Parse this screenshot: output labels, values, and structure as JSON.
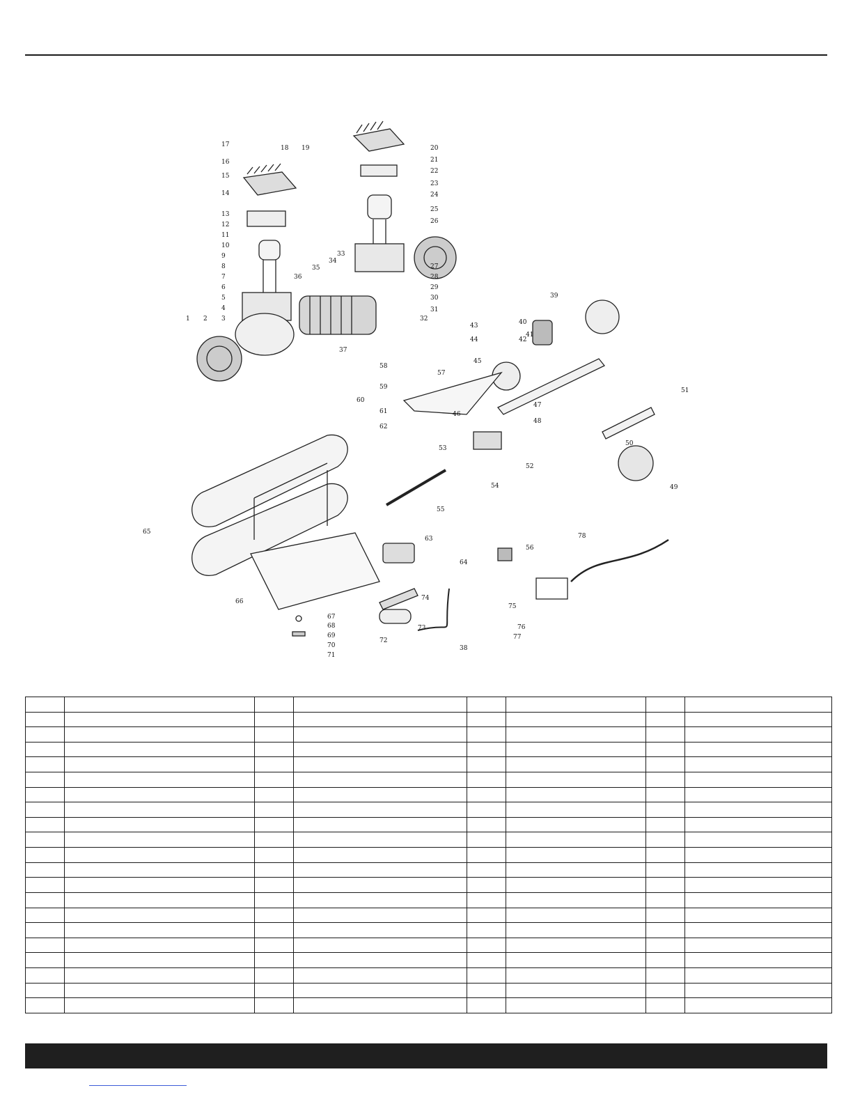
{
  "diagram": {
    "callouts": [
      "1",
      "2",
      "3",
      "4",
      "5",
      "6",
      "7",
      "8",
      "9",
      "10",
      "11",
      "12",
      "13",
      "14",
      "15",
      "16",
      "17",
      "18",
      "19",
      "20",
      "21",
      "22",
      "23",
      "24",
      "25",
      "26",
      "27",
      "28",
      "29",
      "30",
      "31",
      "32",
      "33",
      "34",
      "35",
      "36",
      "37",
      "38",
      "39",
      "40",
      "41",
      "42",
      "43",
      "44",
      "45",
      "46",
      "47",
      "48",
      "49",
      "50",
      "51",
      "52",
      "53",
      "54",
      "55",
      "56",
      "57",
      "58",
      "59",
      "60",
      "61",
      "62",
      "63",
      "64",
      "65",
      "66",
      "67",
      "68",
      "69",
      "70",
      "71",
      "72",
      "73",
      "74",
      "75",
      "76",
      "77",
      "78"
    ]
  },
  "parts_table": {
    "rows": 21,
    "columns": 8
  }
}
